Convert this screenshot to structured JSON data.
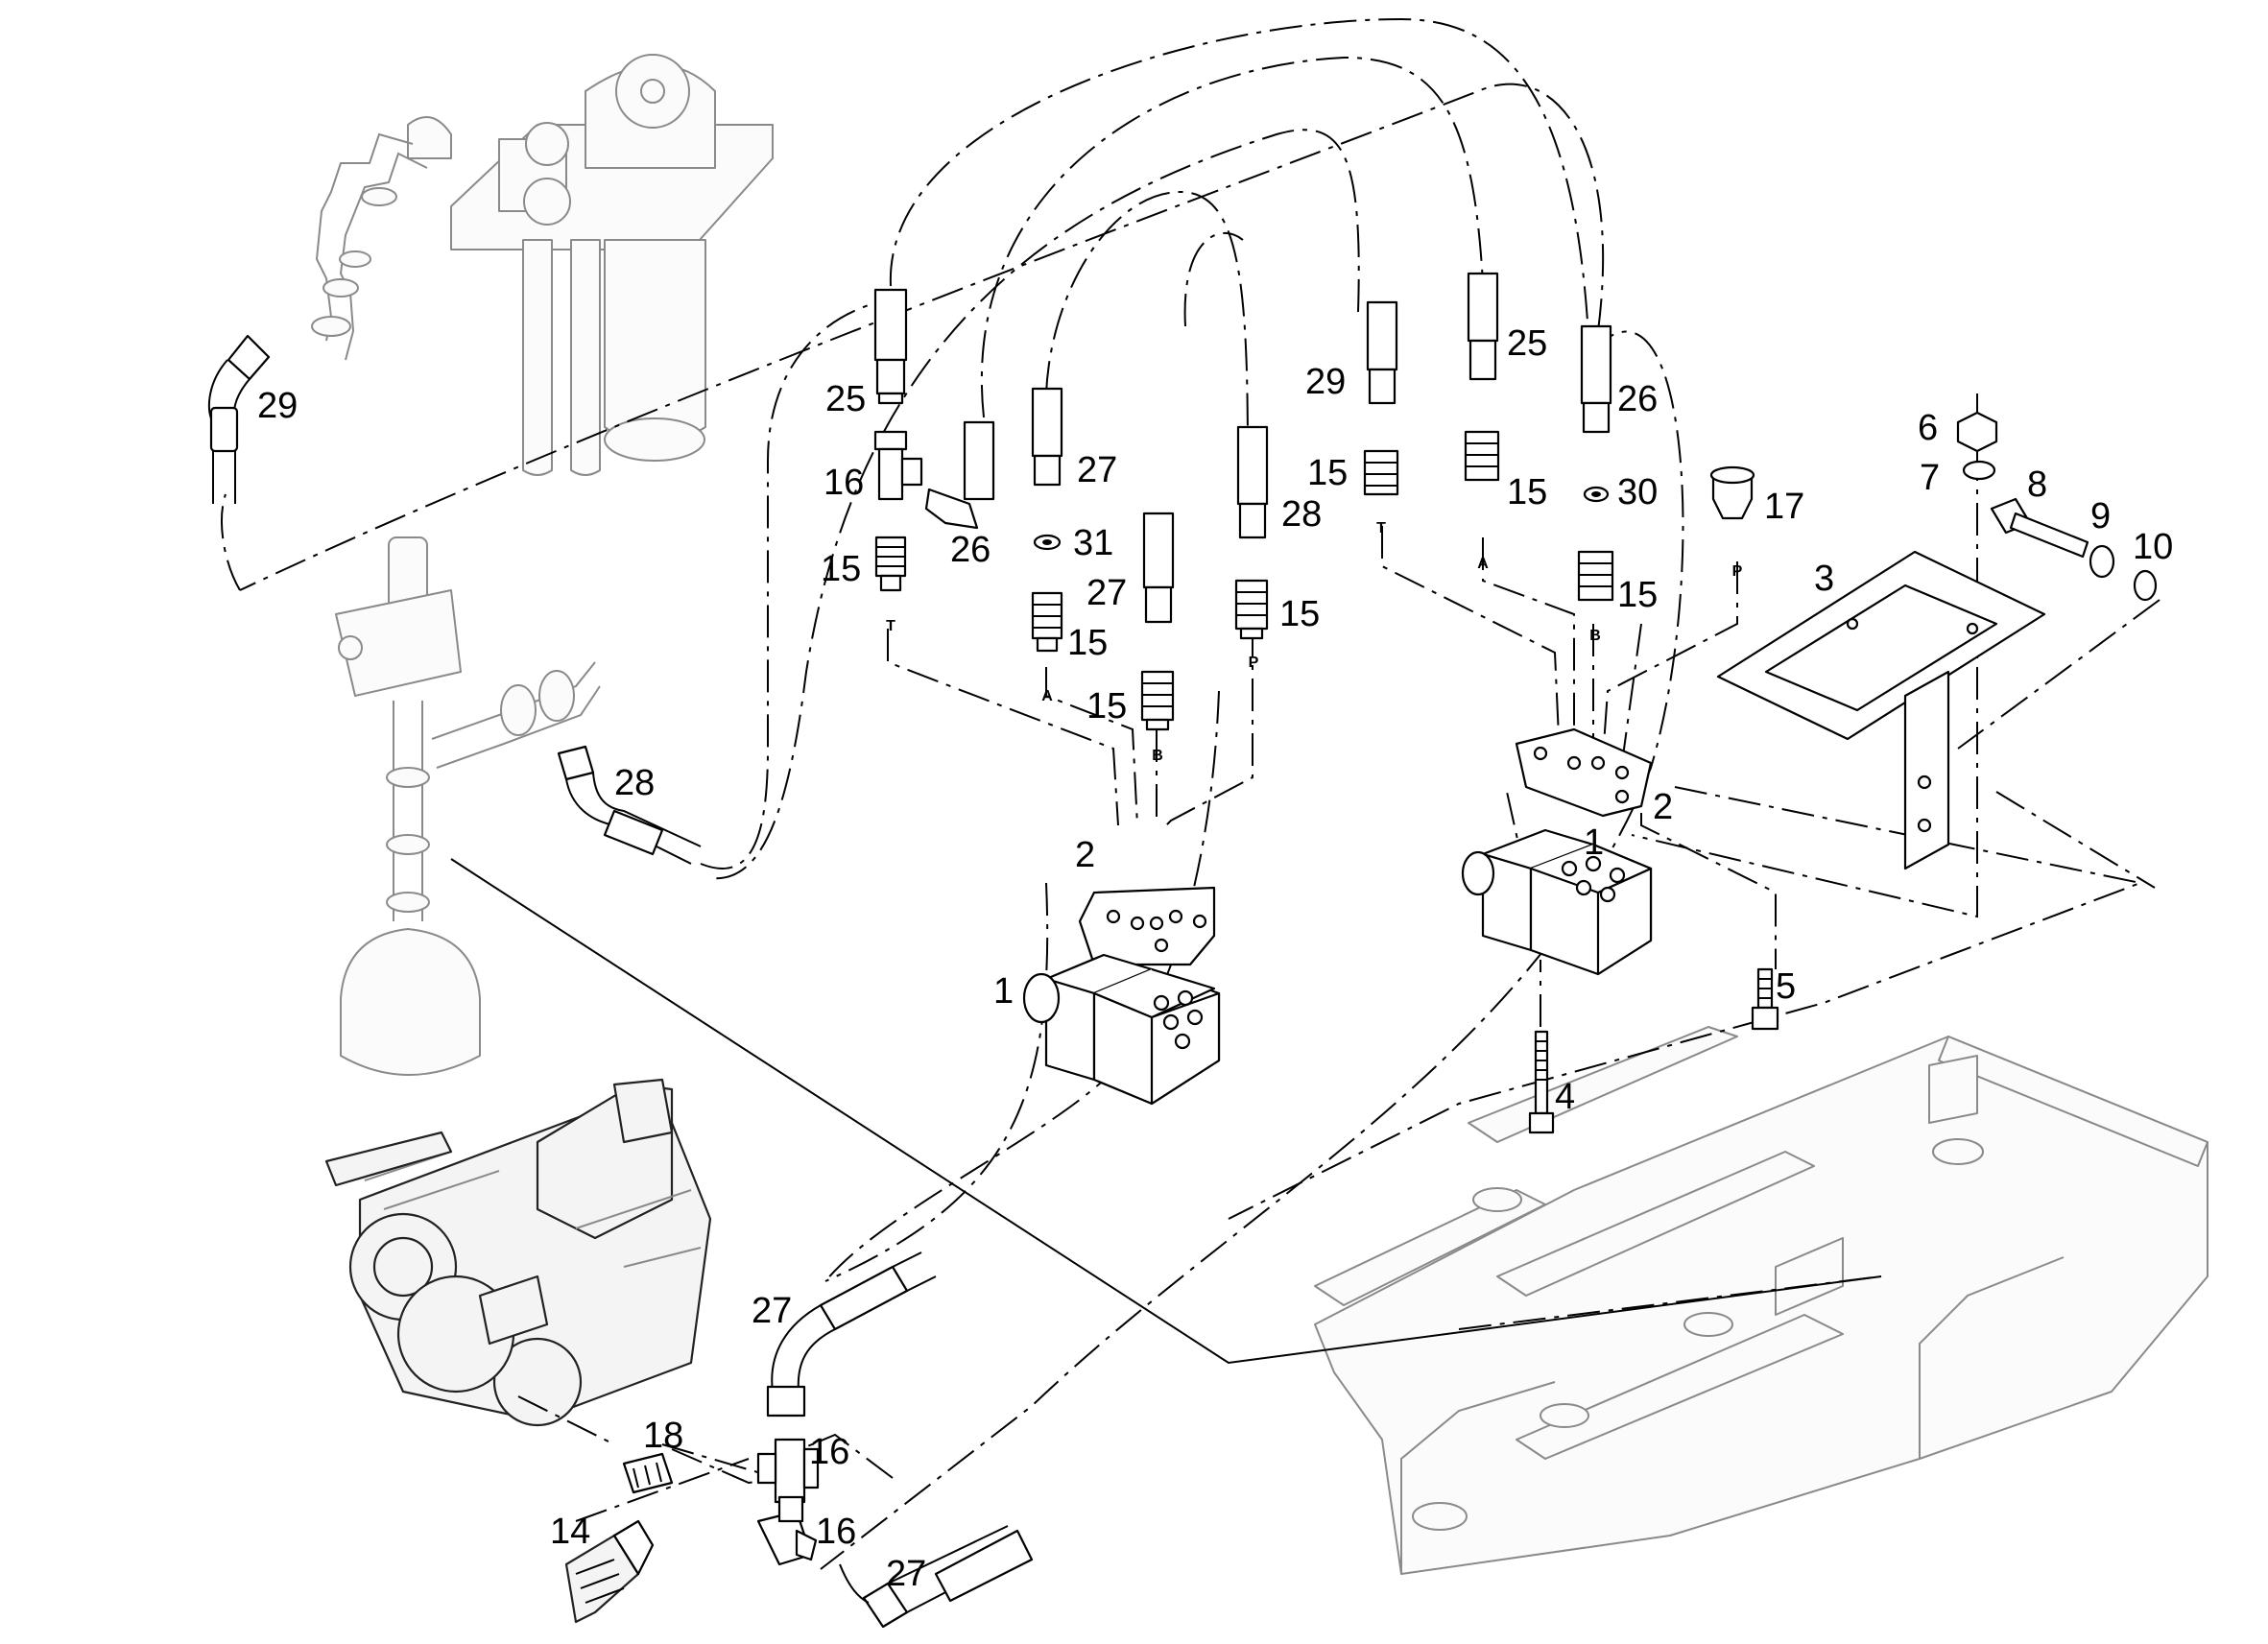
{
  "labels": {
    "c1": "1",
    "c2": "2",
    "c3": "3",
    "c4": "4",
    "c5": "5",
    "c6": "6",
    "c7": "7",
    "c8": "8",
    "c9": "9",
    "c10": "10",
    "c14": "14",
    "c15": "15",
    "c16": "16",
    "c17": "17",
    "c18": "18",
    "c25": "25",
    "c26": "26",
    "c27": "27",
    "c28": "28",
    "c29": "29",
    "c30": "30",
    "c31": "31"
  },
  "ports": {
    "t": "T",
    "a": "A",
    "b": "B",
    "p": "P"
  }
}
